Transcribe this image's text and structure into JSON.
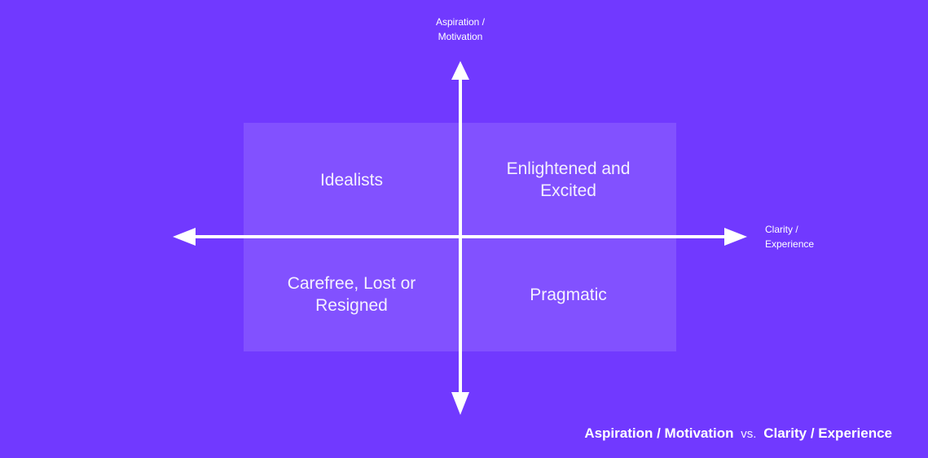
{
  "diagram": {
    "axes": {
      "vertical_label_line1": "Aspiration /",
      "vertical_label_line2": "Motivation",
      "horizontal_label_line1": "Clarity /",
      "horizontal_label_line2": "Experience"
    },
    "quadrants": {
      "top_left": "Idealists",
      "top_right": "Enlightened and Excited",
      "bottom_left": "Carefree, Lost or Resigned",
      "bottom_right": "Pragmatic"
    },
    "caption": {
      "left": "Aspiration / Motivation",
      "middle": "vs.",
      "right": "Clarity / Experience"
    },
    "colors": {
      "background": "#7139ff",
      "panel": "rgba(255,255,255,0.12)",
      "text": "#ffffff"
    }
  }
}
